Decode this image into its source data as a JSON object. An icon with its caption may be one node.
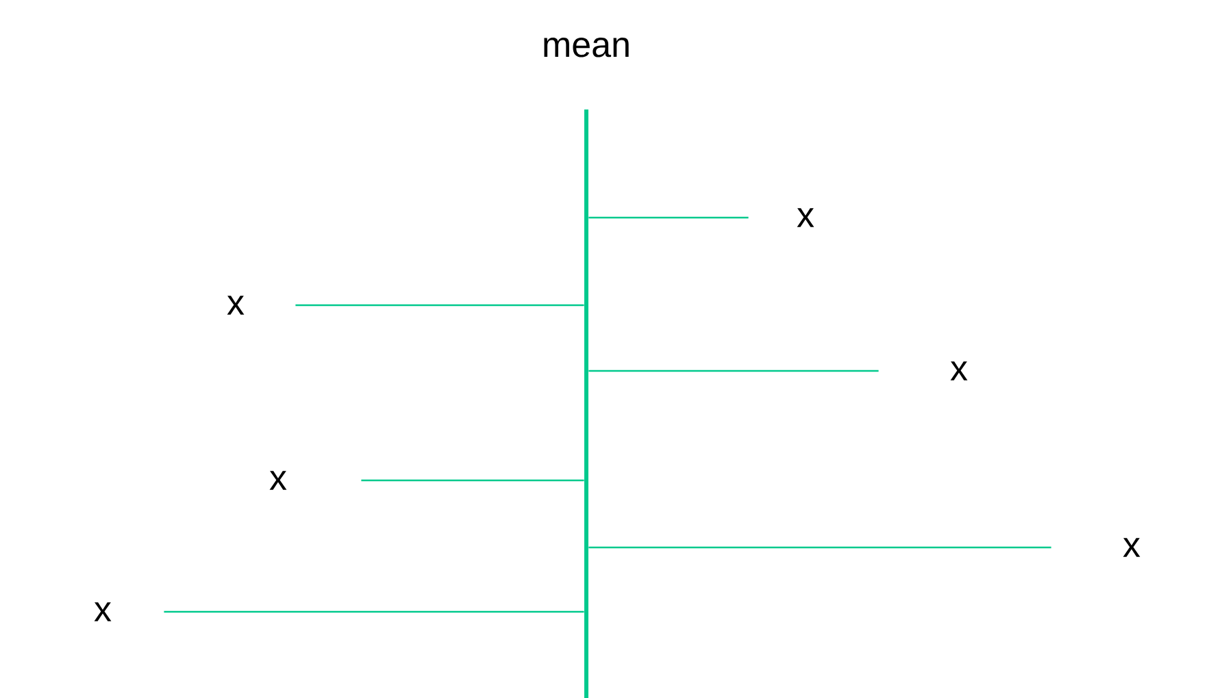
{
  "diagram": {
    "nodes": [
      {
        "text": [
          "mean"
        ]
      },
      {
        "text": [
          "x"
        ]
      },
      {
        "text": [
          "x"
        ]
      },
      {
        "text": [
          "x"
        ]
      },
      {
        "text": [
          "x"
        ]
      },
      {
        "text": [
          "x"
        ]
      },
      {
        "text": [
          "x"
        ]
      }
    ],
    "edges": [
      {
        "from": 0,
        "to": 1,
        "arrow": "none"
      },
      {
        "from": 0,
        "to": 2,
        "arrow": "none"
      },
      {
        "from": 0,
        "to": 3,
        "arrow": "none"
      },
      {
        "from": 0,
        "to": 4,
        "arrow": "none"
      },
      {
        "from": 0,
        "to": 5,
        "arrow": "none"
      },
      {
        "from": 0,
        "to": 6,
        "arrow": "none"
      }
    ]
  }
}
